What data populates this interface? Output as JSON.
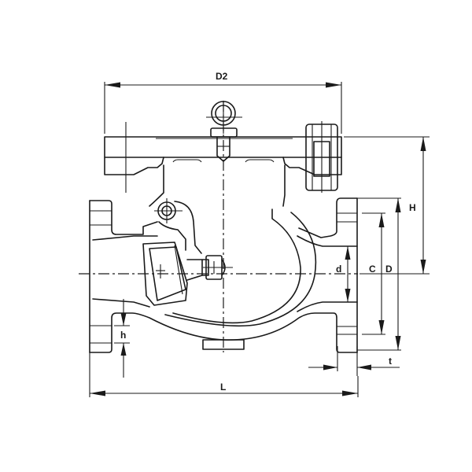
{
  "drawing": {
    "subject": "Swing check valve – sectional outline with dimensions",
    "line_color": "#1a1a1a",
    "background": "#ffffff"
  },
  "dimensions": {
    "D2": {
      "label": "D2"
    },
    "H": {
      "label": "H"
    },
    "d": {
      "label": "d"
    },
    "C": {
      "label": "C"
    },
    "D": {
      "label": "D"
    },
    "t": {
      "label": "t"
    },
    "h": {
      "label": "h"
    },
    "L": {
      "label": "L"
    }
  }
}
